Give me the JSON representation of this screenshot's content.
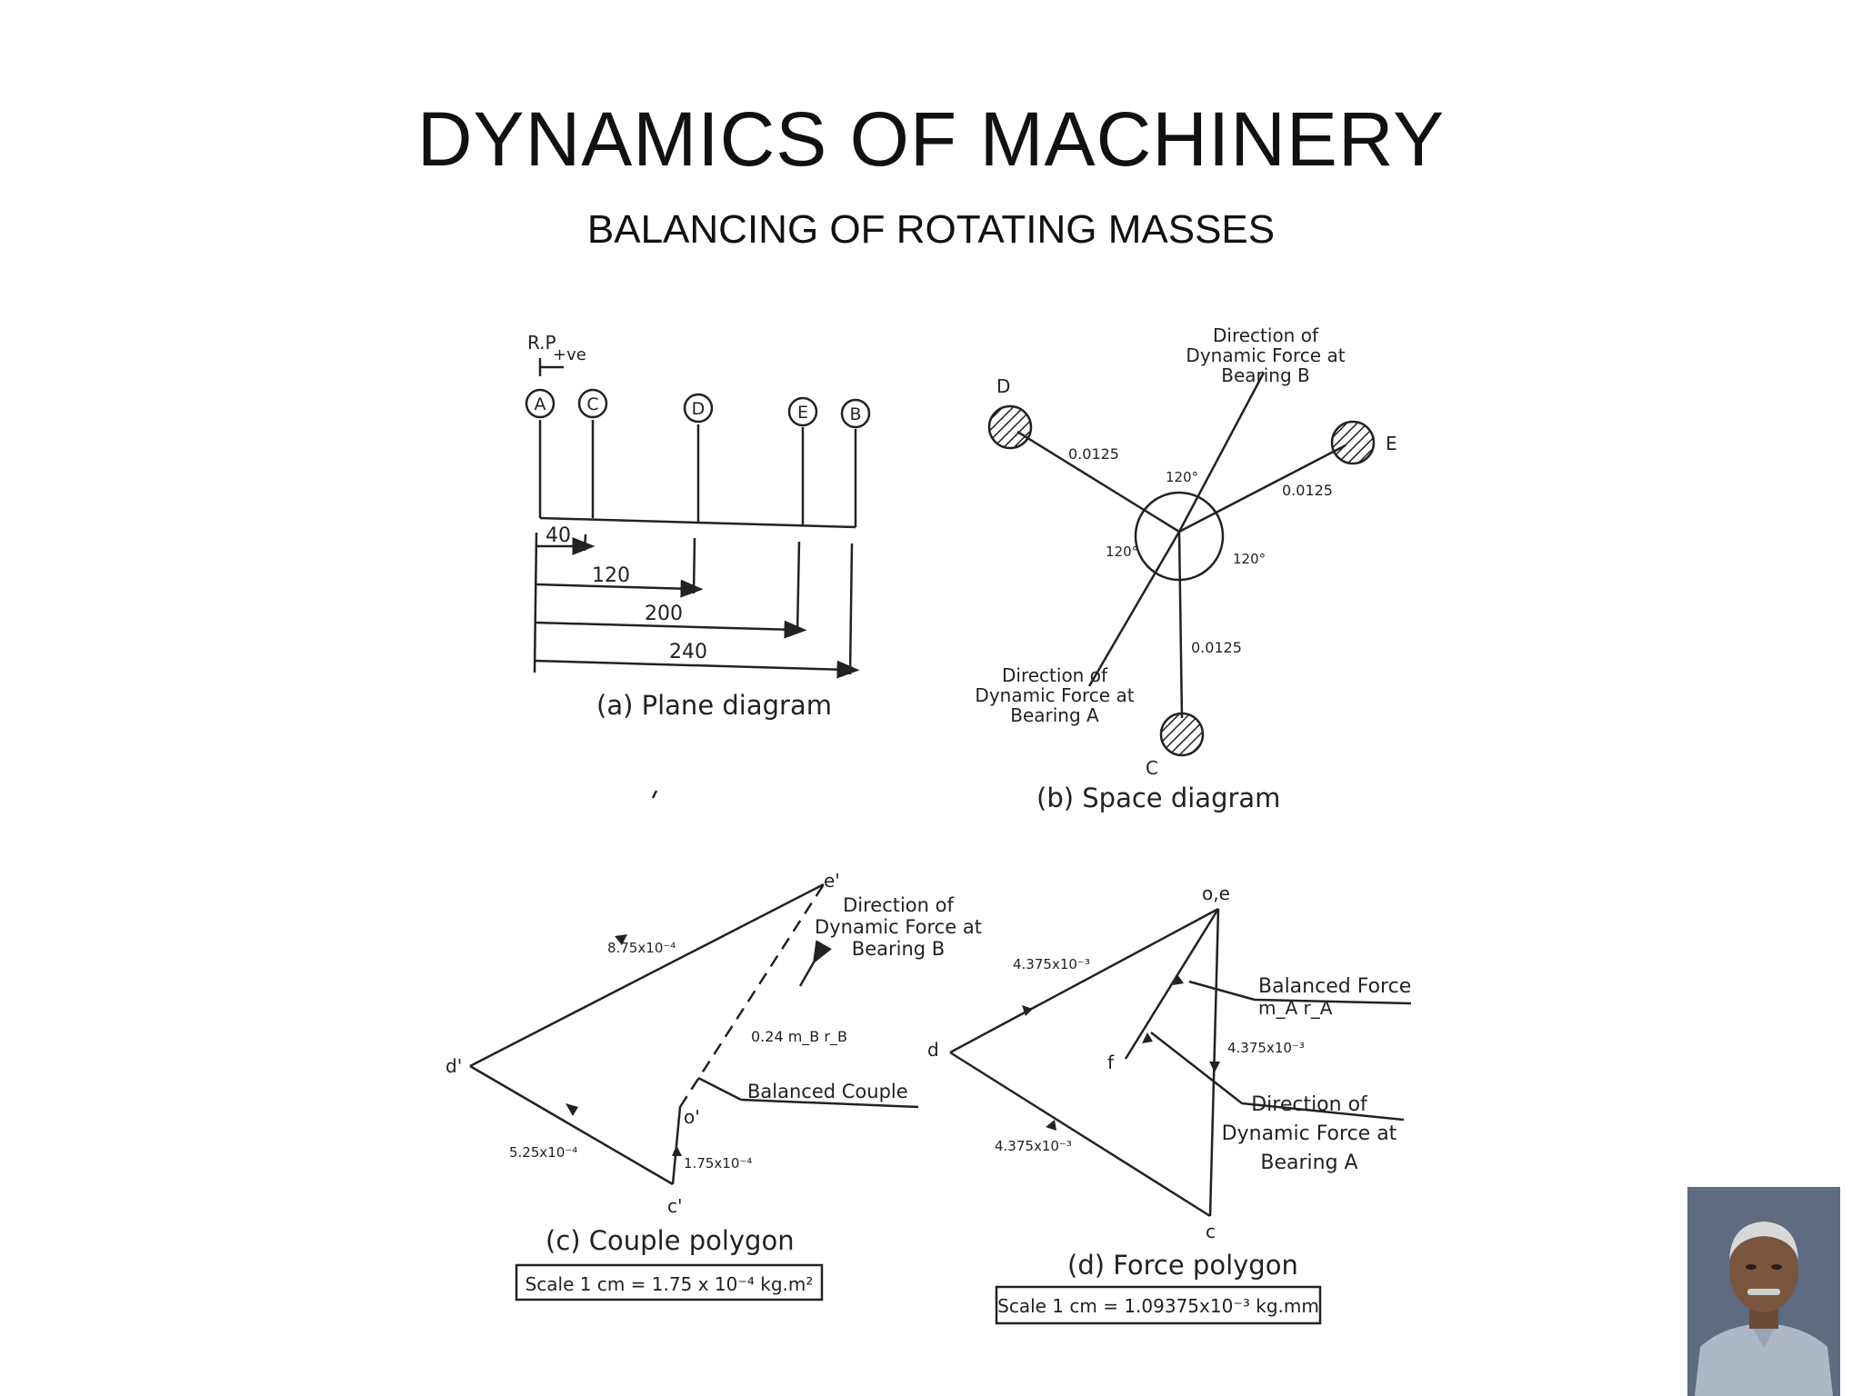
{
  "title": "DYNAMICS OF MACHINERY",
  "subtitle": "BALANCING OF ROTATING MASSES",
  "plane_diagram": {
    "ref_label": "R.P",
    "direction_label": "+ve",
    "planes": [
      "A",
      "C",
      "D",
      "E",
      "B"
    ],
    "dimensions": [
      "40",
      "120",
      "200",
      "240"
    ],
    "caption": "(a) Plane diagram"
  },
  "space_diagram": {
    "masses": [
      "D",
      "E",
      "C"
    ],
    "radii": [
      "0.0125",
      "0.0125",
      "0.0125"
    ],
    "angles": [
      "120°",
      "120°",
      "120°"
    ],
    "bearing_b_label": [
      "Direction of",
      "Dynamic Force at",
      "Bearing B"
    ],
    "bearing_a_label": [
      "Direction of",
      "Dynamic Force at",
      "Bearing A"
    ],
    "caption": "(b) Space diagram"
  },
  "couple_polygon": {
    "points": [
      "e'",
      "d'",
      "c'",
      "o'"
    ],
    "vector_labels": [
      "8.75x10⁻⁴",
      "5.25x10⁻⁴",
      "1.75x10⁻⁴",
      "0.24 m_B r_B"
    ],
    "bearing_label": [
      "Direction of",
      "Dynamic Force at",
      "Bearing B"
    ],
    "balanced_label": "Balanced Couple",
    "caption": "(c) Couple polygon",
    "scale": "Scale 1 cm = 1.75 x 10⁻⁴ kg.m²"
  },
  "force_polygon": {
    "points": [
      "o,e",
      "d",
      "c",
      "f"
    ],
    "vector_labels": [
      "4.375x10⁻³",
      "4.375x10⁻³",
      "4.375x10⁻³"
    ],
    "balanced_label": [
      "Balanced Force",
      "m_A r_A"
    ],
    "bearing_label": [
      "Direction of",
      "Dynamic Force at",
      "Bearing A"
    ],
    "caption": "(d) Force polygon",
    "scale": "Scale 1 cm = 1.09375x10⁻³ kg.mm"
  }
}
